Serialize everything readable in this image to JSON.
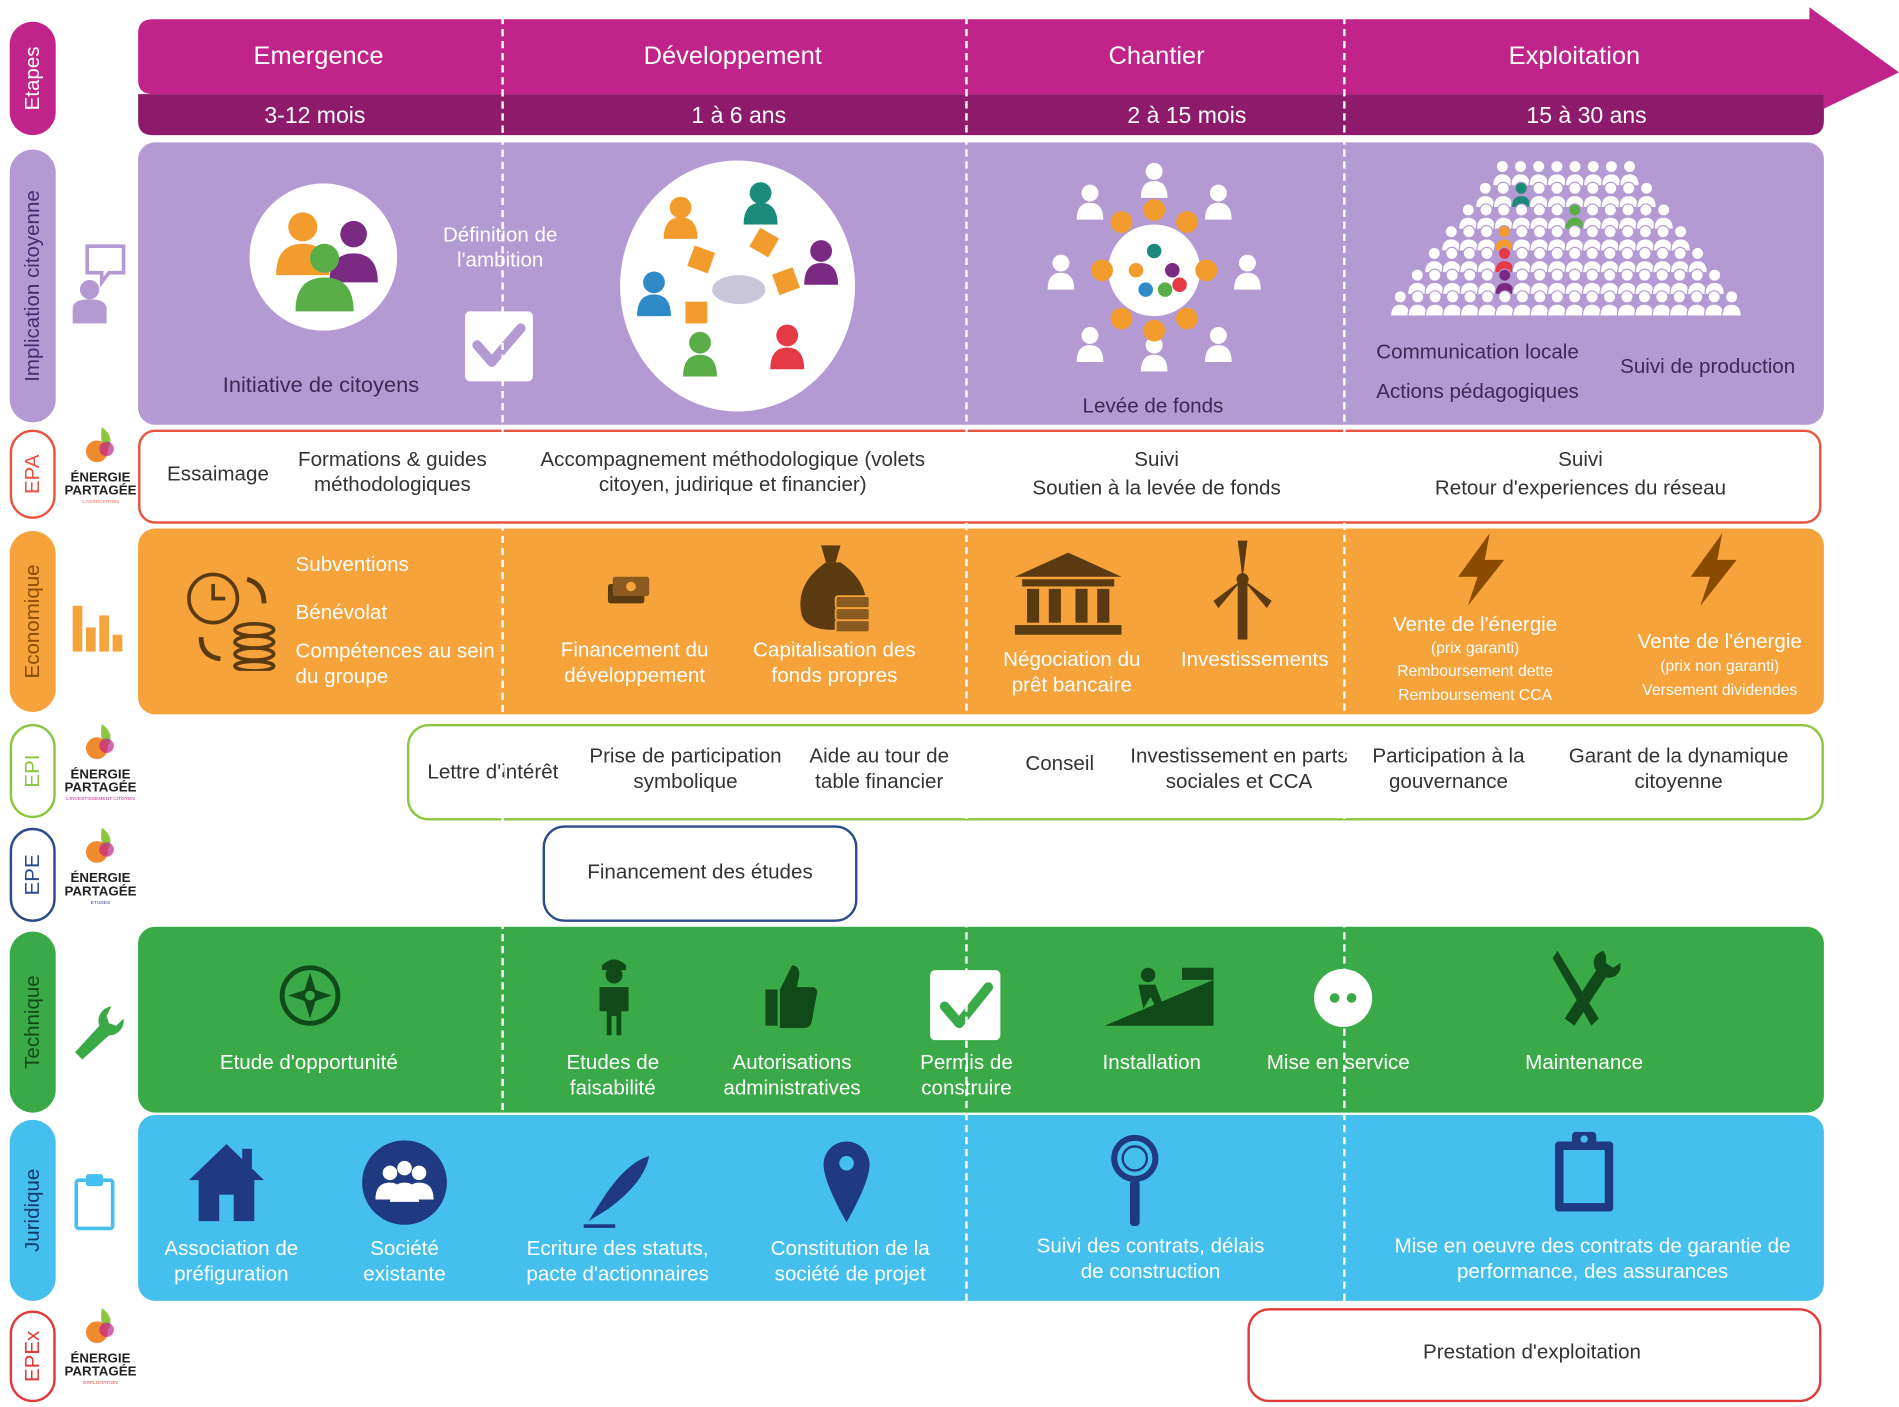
{
  "stages": {
    "side_label": "Etapes",
    "items": [
      {
        "name": "Emergence",
        "duration": "3-12 mois"
      },
      {
        "name": "Développement",
        "duration": "1 à 6 ans"
      },
      {
        "name": "Chantier",
        "duration": "2 à 15 mois"
      },
      {
        "name": "Exploitation",
        "duration": "15 à 30 ans"
      }
    ]
  },
  "citizen": {
    "side_label": "Implication citoyenne",
    "initiative": "Initiative de citoyens",
    "ambition": "Définition de l'ambition",
    "fundraising": "Levée de fonds",
    "local_comm": "Communication locale",
    "pedagogy": "Actions pédagogiques",
    "production": "Suivi de production"
  },
  "epa": {
    "side_label": "EPA",
    "swarm": "Essaimage",
    "guides": "Formations & guides méthodologiques",
    "support": "Accompagnement méthodologique (volets citoyen, judirique et financier)",
    "follow1_title": "Suivi",
    "follow1_text": "Soutien à la levée de fonds",
    "follow2_title": "Suivi",
    "follow2_text": "Retour d'experiences du réseau"
  },
  "economic": {
    "side_label": "Economique",
    "subsidies": "Subventions",
    "volunteering": "Bénévolat",
    "skills": "Compétences au sein du groupe",
    "dev_funding": "Financement du développement",
    "capitalisation": "Capitalisation des fonds propres",
    "loan": "Négociation du prêt bancaire",
    "investments": "Investissements",
    "sale1_title": "Vente de l'énergie",
    "sale1_sub": "(prix garanti)",
    "sale1_l1": "Remboursement dette",
    "sale1_l2": "Remboursement CCA",
    "sale2_title": "Vente de l'énergie",
    "sale2_sub": "(prix non garanti)",
    "sale2_l1": "Versement dividendes"
  },
  "epi": {
    "side_label": "EPI",
    "items": [
      "Lettre d'intérêt",
      "Prise de participation symbolique",
      "Aide au tour de table financier",
      "Conseil",
      "Investissement en parts sociales et CCA",
      "Participation à la gouvernance",
      "Garant de la dynamique citoyenne"
    ]
  },
  "epe": {
    "side_label": "EPE",
    "studies": "Financement des études"
  },
  "technical": {
    "side_label": "Technique",
    "opportunity": "Etude d'opportunité",
    "feasibility": "Etudes de faisabilité",
    "authorisations": "Autorisations administratives",
    "permit": "Permis de construire",
    "installation": "Installation",
    "commissioning": "Mise en service",
    "maintenance": "Maintenance"
  },
  "legal": {
    "side_label": "Juridique",
    "association": "Association de préfiguration",
    "company": "Société existante",
    "statutes": "Ecriture des statuts, pacte d'actionnaires",
    "project_co": "Constitution de la société de projet",
    "contracts": "Suivi des contrats, délais de construction",
    "guarantee": "Mise en oeuvre des contrats de garantie de performance, des assurances"
  },
  "epex": {
    "side_label": "EPEx",
    "operation": "Prestation d'exploitation"
  },
  "logos": {
    "epa": {
      "line1": "ÉNERGIE",
      "line2": "PARTAGÉE",
      "sub": "L'ASSOCIATION"
    },
    "epi": {
      "line1": "ÉNERGIE",
      "line2": "PARTAGÉE",
      "sub": "L'INVESTISSEMENT CITOYEN"
    },
    "epe": {
      "line1": "ÉNERGIE",
      "line2": "PARTAGÉE",
      "sub": "ÉTUDES"
    },
    "epex": {
      "line1": "ÉNERGIE",
      "line2": "PARTAGÉE",
      "sub": "EXPLOITATION"
    }
  },
  "colors": {
    "stage_top": "#c0248a",
    "stage_bottom": "#8e1a6c",
    "citizen": "#b49ad3",
    "economic": "#f5a33a",
    "technical": "#3aaa48",
    "legal": "#45c0ee",
    "epa_border": "#e8543f",
    "epi_border": "#8cc63f",
    "epe_border": "#2e4a8e"
  }
}
